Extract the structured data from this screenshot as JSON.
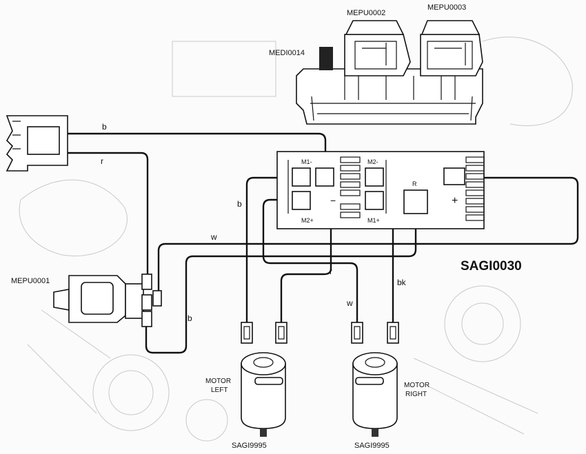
{
  "diagram": {
    "title": "SAGI0030",
    "parts": {
      "pedal_switch": "MEPU0001",
      "switch_left": "MEPU0002",
      "switch_right": "MEPU0003",
      "connector": "MEDI0014",
      "motor_left_code": "SAGI9995",
      "motor_right_code": "SAGI9995"
    },
    "motor_left_label": [
      "MOTOR",
      "LEFT"
    ],
    "motor_right_label": [
      "MOTOR",
      "RIGHT"
    ],
    "module_pins": {
      "m1_neg": "M1-",
      "m2_pos": "M2+",
      "m2_neg": "M2-",
      "m1_pos": "M1+",
      "reverse": "R",
      "minus": "−",
      "plus": "+"
    },
    "wire_labels": {
      "black_top": "b",
      "red_top": "r",
      "black_module": "b",
      "white_main": "w",
      "red_mid": "r",
      "white_mid": "w",
      "black_right": "bk",
      "black_bottom": "b"
    }
  }
}
